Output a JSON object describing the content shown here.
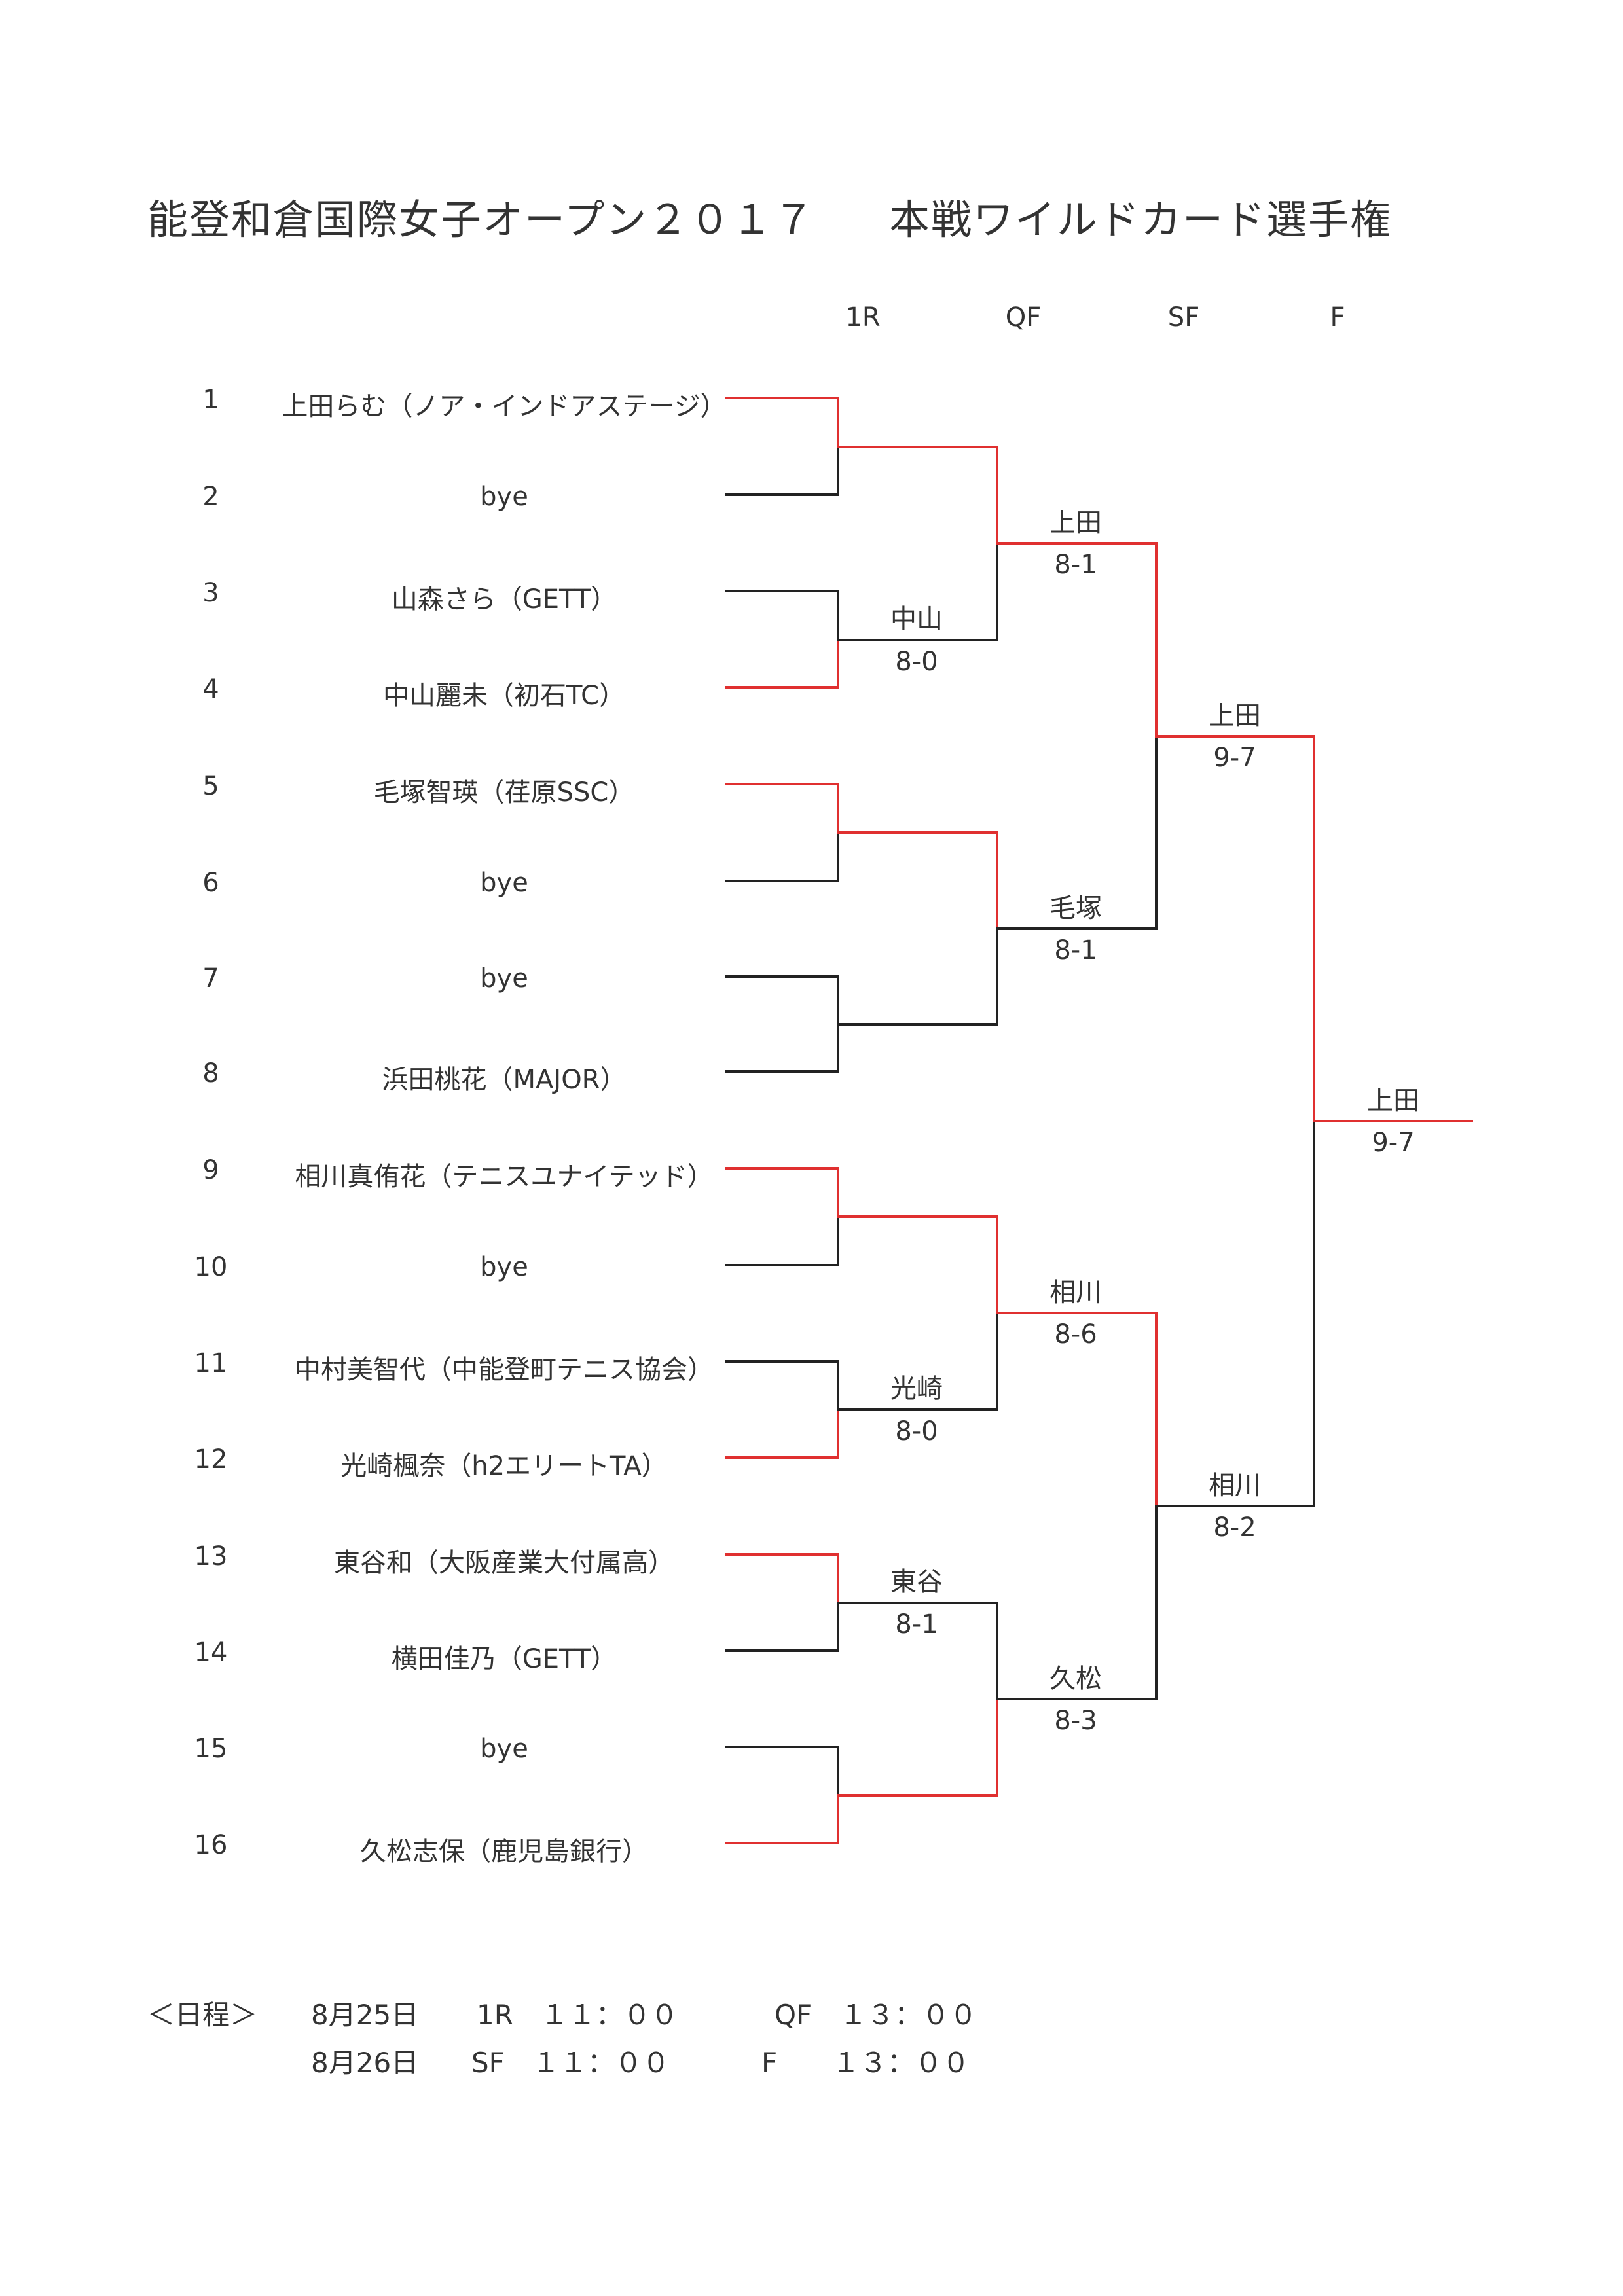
{
  "title": {
    "event": "能登和倉国際女子オープン２０１７",
    "draw": "本戦ワイルドカード選手権"
  },
  "rounds": [
    "1R",
    "QF",
    "SF",
    "F"
  ],
  "players": [
    {
      "seed": "1",
      "name": "上田らむ（ノア・インドアステージ）"
    },
    {
      "seed": "2",
      "name": "bye"
    },
    {
      "seed": "3",
      "name": "山森さら（GETT）"
    },
    {
      "seed": "4",
      "name": "中山麗未（初石TC）"
    },
    {
      "seed": "5",
      "name": "毛塚智瑛（荏原SSC）"
    },
    {
      "seed": "6",
      "name": "bye"
    },
    {
      "seed": "7",
      "name": "bye"
    },
    {
      "seed": "8",
      "name": "浜田桃花（MAJOR）"
    },
    {
      "seed": "9",
      "name": "相川真侑花（テニスユナイテッド）"
    },
    {
      "seed": "10",
      "name": "bye"
    },
    {
      "seed": "11",
      "name": "中村美智代（中能登町テニス協会）"
    },
    {
      "seed": "12",
      "name": "光崎楓奈（h2エリートTA）"
    },
    {
      "seed": "13",
      "name": "東谷和（大阪産業大付属高）"
    },
    {
      "seed": "14",
      "name": "横田佳乃（GETT）"
    },
    {
      "seed": "15",
      "name": "bye"
    },
    {
      "seed": "16",
      "name": "久松志保（鹿児島銀行）"
    }
  ],
  "results": {
    "r1": [
      {
        "winner": "",
        "score": ""
      },
      {
        "winner": "中山",
        "score": "8-0"
      },
      {
        "winner": "",
        "score": ""
      },
      {
        "winner": "",
        "score": ""
      },
      {
        "winner": "",
        "score": ""
      },
      {
        "winner": "光崎",
        "score": "8-0"
      },
      {
        "winner": "東谷",
        "score": "8-1"
      },
      {
        "winner": "",
        "score": ""
      }
    ],
    "qf": [
      {
        "winner": "上田",
        "score": "8-1"
      },
      {
        "winner": "毛塚",
        "score": "8-1"
      },
      {
        "winner": "相川",
        "score": "8-6"
      },
      {
        "winner": "久松",
        "score": "8-3"
      }
    ],
    "sf": [
      {
        "winner": "上田",
        "score": "9-7"
      },
      {
        "winner": "相川",
        "score": "8-2"
      }
    ],
    "final": {
      "winner": "上田",
      "score": "9-7"
    }
  },
  "schedule": {
    "label": "＜日程＞",
    "rows": [
      {
        "date": "8月25日",
        "r1": "1R　１１：００",
        "r2": "QF　１３：００"
      },
      {
        "date": "8月26日",
        "r1": "SF　１１：００",
        "r2": "F　　１３：００"
      }
    ]
  },
  "colors": {
    "winner_line": "#e03030",
    "loser_line": "#222222",
    "text": "#333333"
  }
}
